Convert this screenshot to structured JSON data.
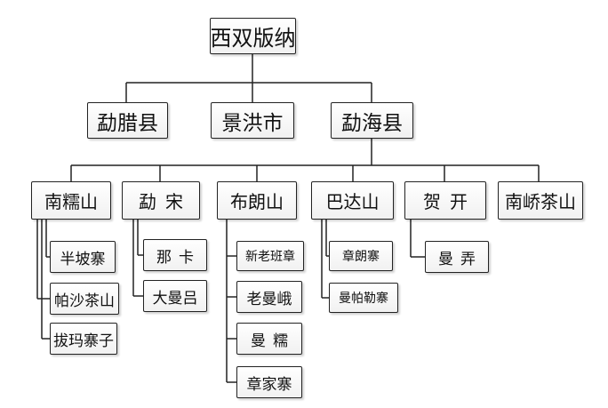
{
  "root": "西双版纳",
  "counties": [
    "勐腊县",
    "景洪市",
    "勐海县"
  ],
  "mountains": [
    "南糯山",
    "勐宋",
    "布朗山",
    "巴达山",
    "贺开",
    "南峤茶山"
  ],
  "villages": {
    "nannuo": [
      "半坡寨",
      "帕沙茶山",
      "拔玛寨子"
    ],
    "mengsong": [
      "那卡",
      "大曼吕"
    ],
    "bulang": [
      "新老班章",
      "老曼峨",
      "曼糯",
      "章家寨"
    ],
    "bada": [
      "章朗寨",
      "曼帕勒寨"
    ],
    "hekai": [
      "曼弄"
    ]
  }
}
